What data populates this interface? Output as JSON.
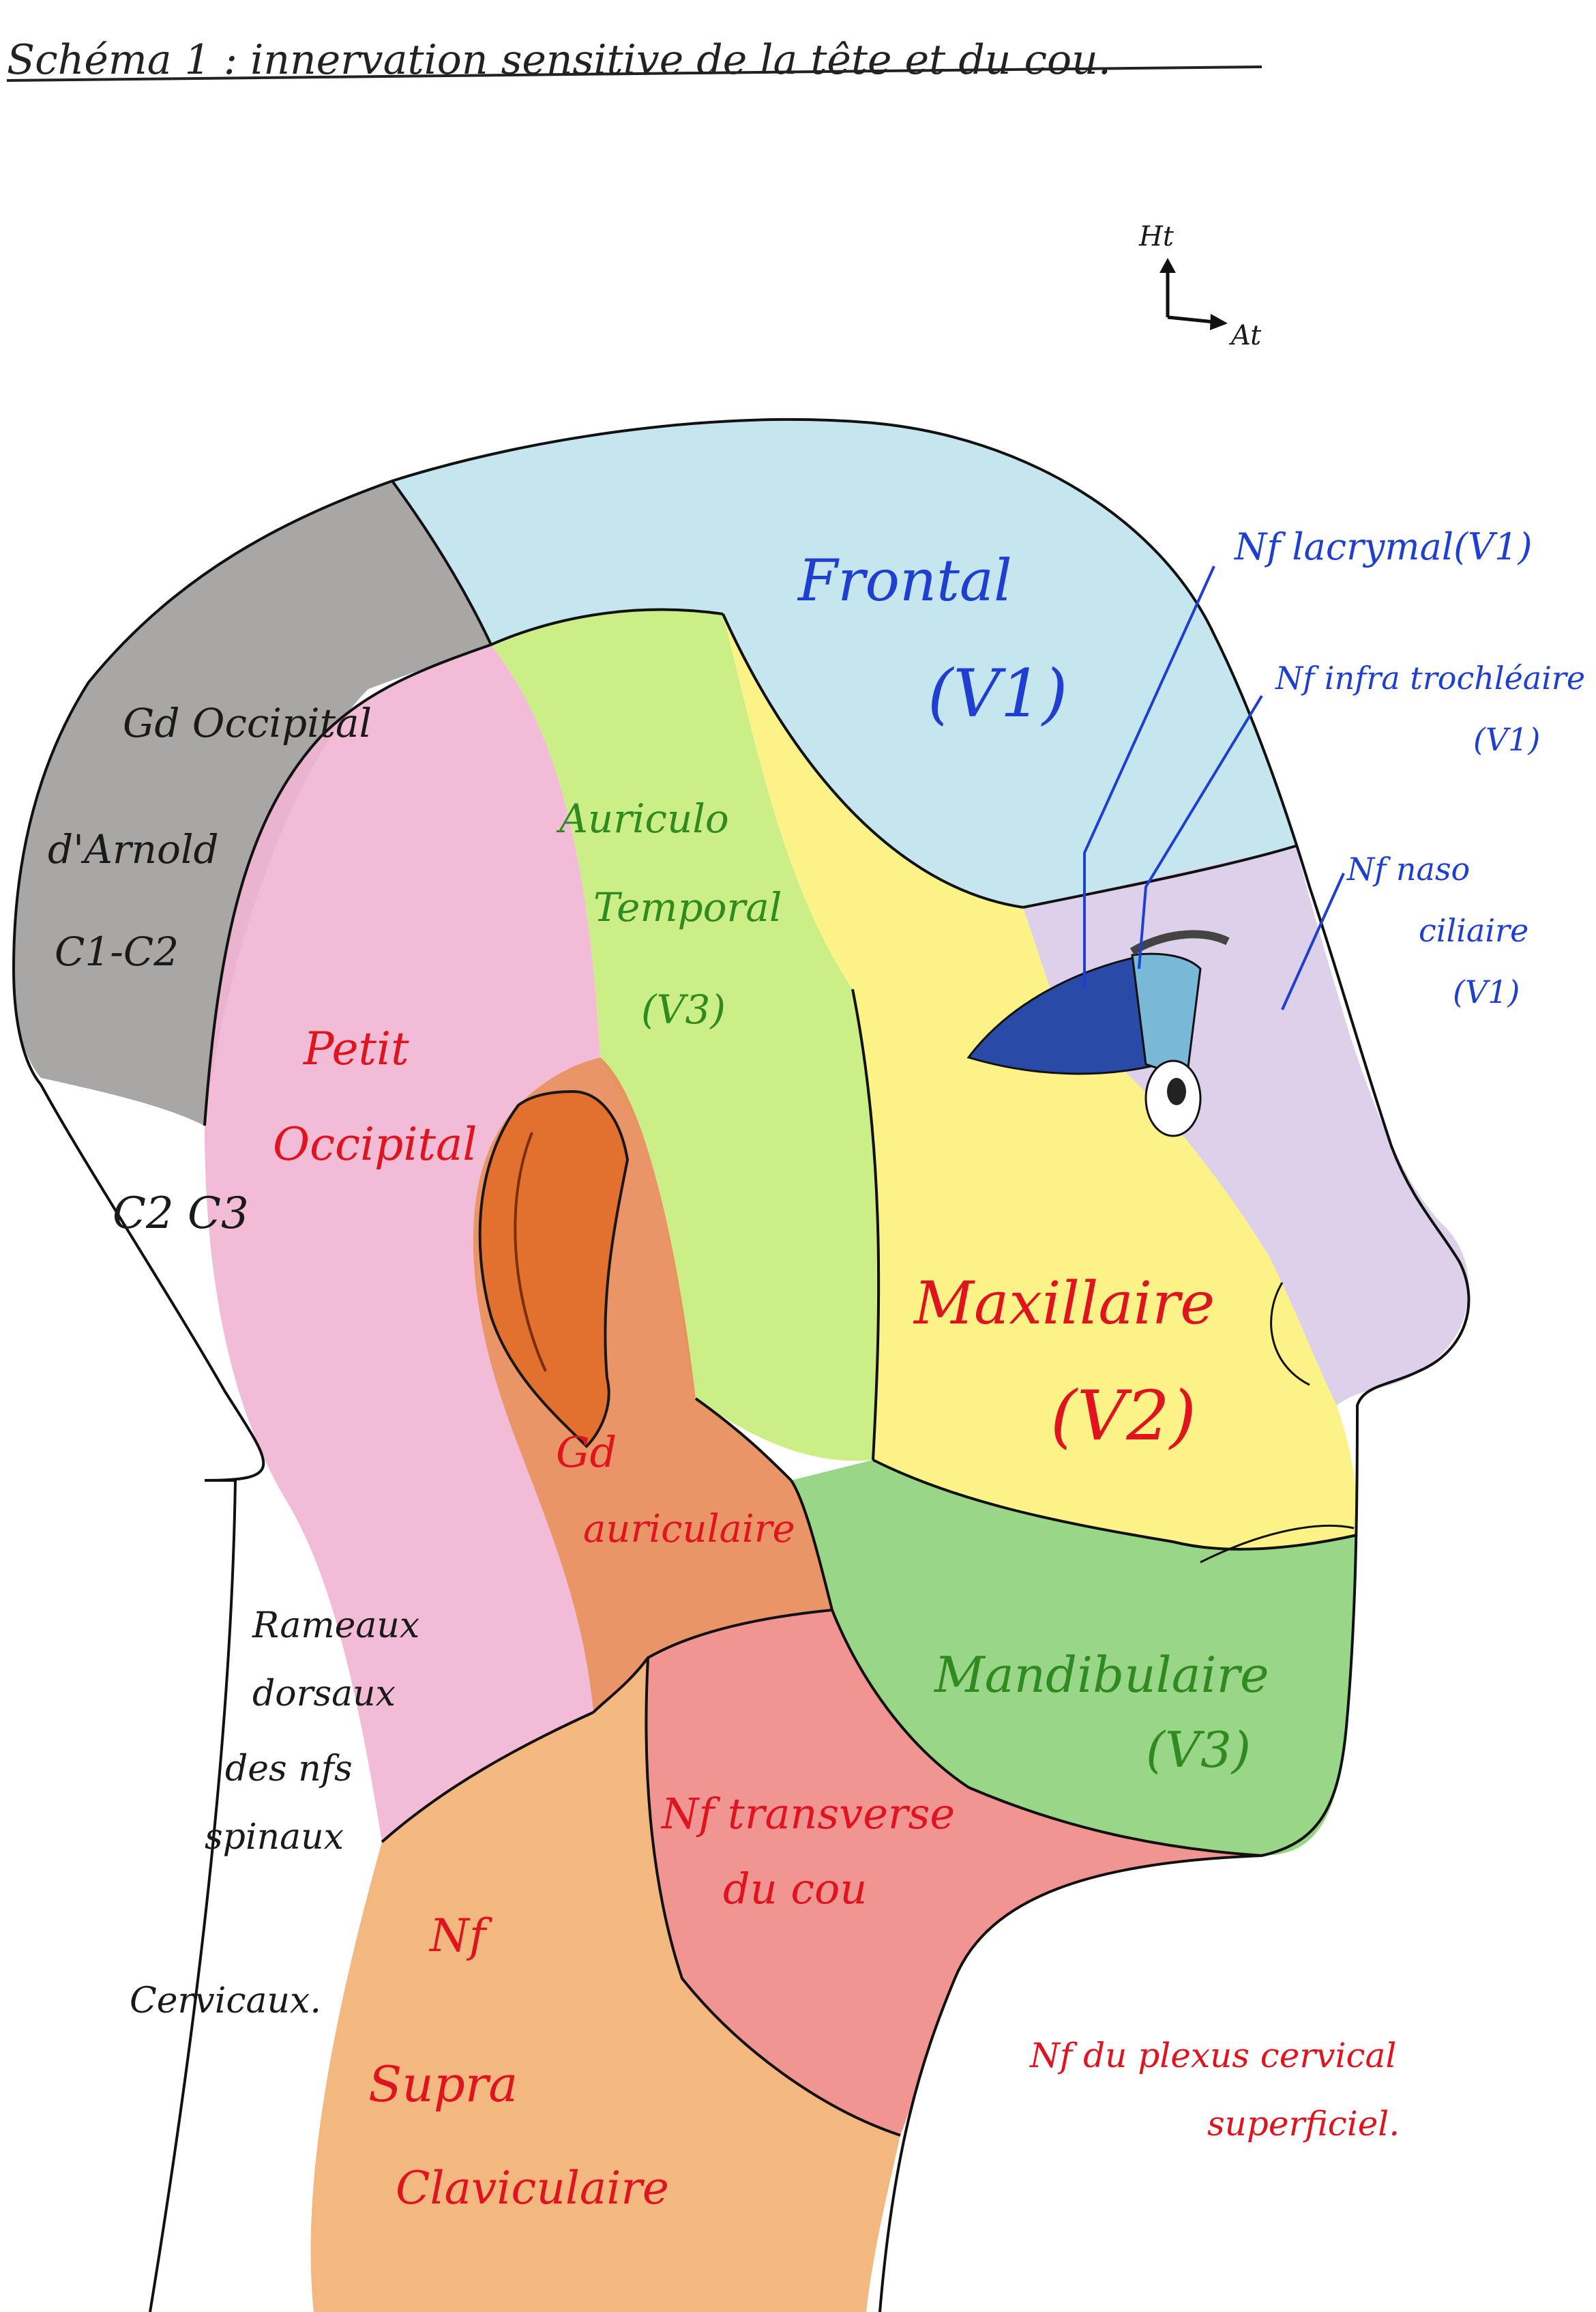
{
  "title": "Schéma 1 : innervation sensitive de la tête et du cou.",
  "orientation": {
    "up": "Ht",
    "forward": "At"
  },
  "regions": {
    "gd_occipital": {
      "lines": [
        "Gd Occipital",
        "d'Arnold",
        "C1-C2"
      ],
      "color": "#9a9895"
    },
    "c2c3": {
      "lines": [
        "C2 C3"
      ],
      "color": "#ffffff"
    },
    "rameaux": {
      "lines": [
        "Rameaux",
        "dorsaux",
        "des nfs",
        "spinaux",
        "Cervicaux."
      ],
      "color": "#ffffff"
    },
    "petit_occipital": {
      "lines": [
        "Petit",
        "Occipital"
      ],
      "color": "#f1b5d3"
    },
    "auriculo_temporal": {
      "lines": [
        "Auriculo",
        "Temporal",
        "(V3)"
      ],
      "color": "#c6ec7a"
    },
    "frontal": {
      "lines": [
        "Frontal",
        "(V1)"
      ],
      "color": "#bfe3ec"
    },
    "maxillaire": {
      "lines": [
        "Maxillaire",
        "(V2)"
      ],
      "color": "#fbf27a"
    },
    "mandibulaire": {
      "lines": [
        "Mandibulaire",
        "(V3)"
      ],
      "color": "#8fd17a"
    },
    "gd_auriculaire": {
      "lines": [
        "Gd",
        "auriculaire"
      ],
      "color": "#e88a58"
    },
    "transverse": {
      "lines": [
        "Nf transverse",
        "du cou"
      ],
      "color": "#f08a86"
    },
    "supra_claviculaire": {
      "lines": [
        "Nf",
        "Supra",
        "Claviculaire"
      ],
      "color": "#f2b072"
    },
    "naso_ciliaire": {
      "lines": [
        "Nf naso",
        "ciliaire",
        "(V1)"
      ],
      "color": "#d8cbe8"
    }
  },
  "callouts": {
    "lacrymal": "Nf lacrymal(V1)",
    "infra_trochleaire": [
      "Nf infra trochléaire",
      "(V1)"
    ]
  },
  "legend_note": [
    "Nf du plexus cervical",
    "superficiel."
  ],
  "colors": {
    "ear": "#e2702e",
    "eye_dark": "#2a4aa8",
    "eye_light": "#7ab8d8",
    "outline": "#111111"
  }
}
